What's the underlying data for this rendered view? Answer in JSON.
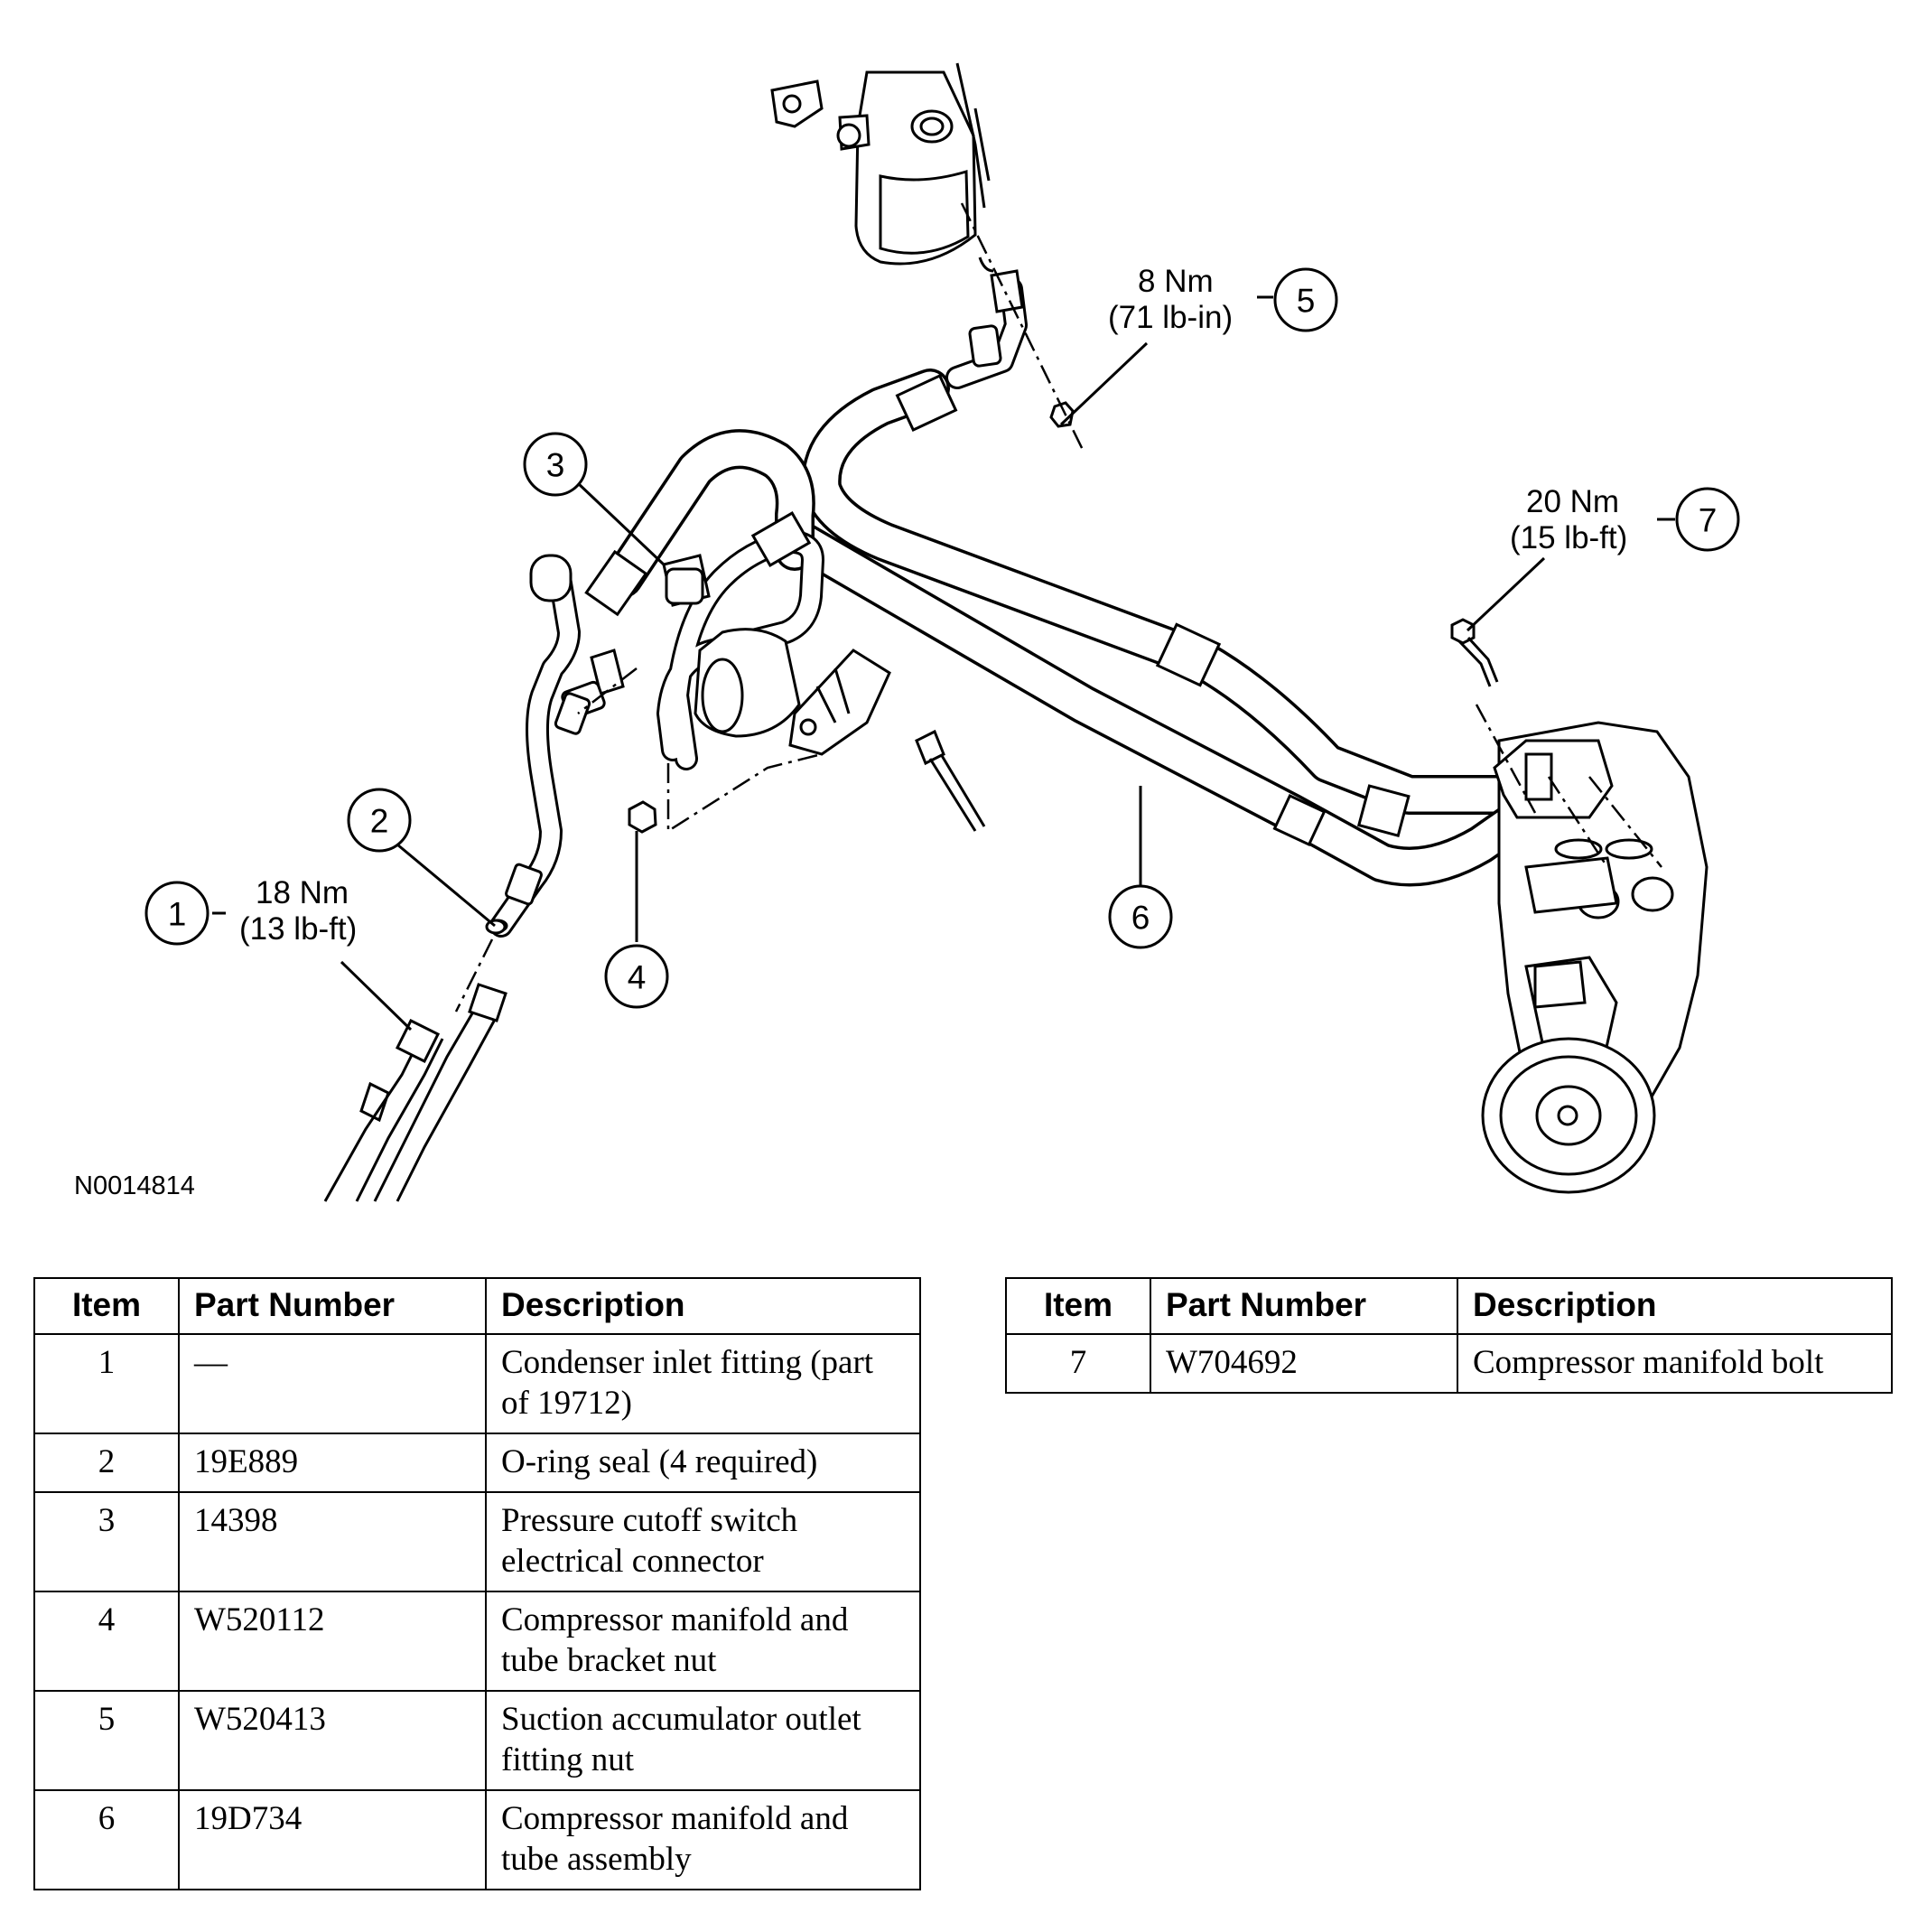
{
  "diagram": {
    "figure_id": "N0014814",
    "torques": {
      "1": [
        "18 Nm",
        "(13 lb-ft)"
      ],
      "5": [
        "8 Nm",
        "(71 lb-in)"
      ],
      "7": [
        "20 Nm",
        "(15 lb-ft)"
      ]
    },
    "callouts": [
      "1",
      "2",
      "3",
      "4",
      "5",
      "6",
      "7"
    ]
  },
  "tables": {
    "headers": {
      "item": "Item",
      "part_number": "Part Number",
      "description": "Description"
    },
    "left_rows": [
      {
        "item": "1",
        "part_number": "—",
        "description": "Condenser inlet fitting (part of 19712)"
      },
      {
        "item": "2",
        "part_number": "19E889",
        "description": "O-ring seal (4 required)"
      },
      {
        "item": "3",
        "part_number": "14398",
        "description": "Pressure cutoff switch electrical connector"
      },
      {
        "item": "4",
        "part_number": "W520112",
        "description": "Compressor manifold and tube bracket nut"
      },
      {
        "item": "5",
        "part_number": "W520413",
        "description": "Suction accumulator outlet fitting nut"
      },
      {
        "item": "6",
        "part_number": "19D734",
        "description": "Compressor manifold and tube assembly"
      }
    ],
    "right_rows": [
      {
        "item": "7",
        "part_number": "W704692",
        "description": "Compressor manifold bolt"
      }
    ]
  }
}
